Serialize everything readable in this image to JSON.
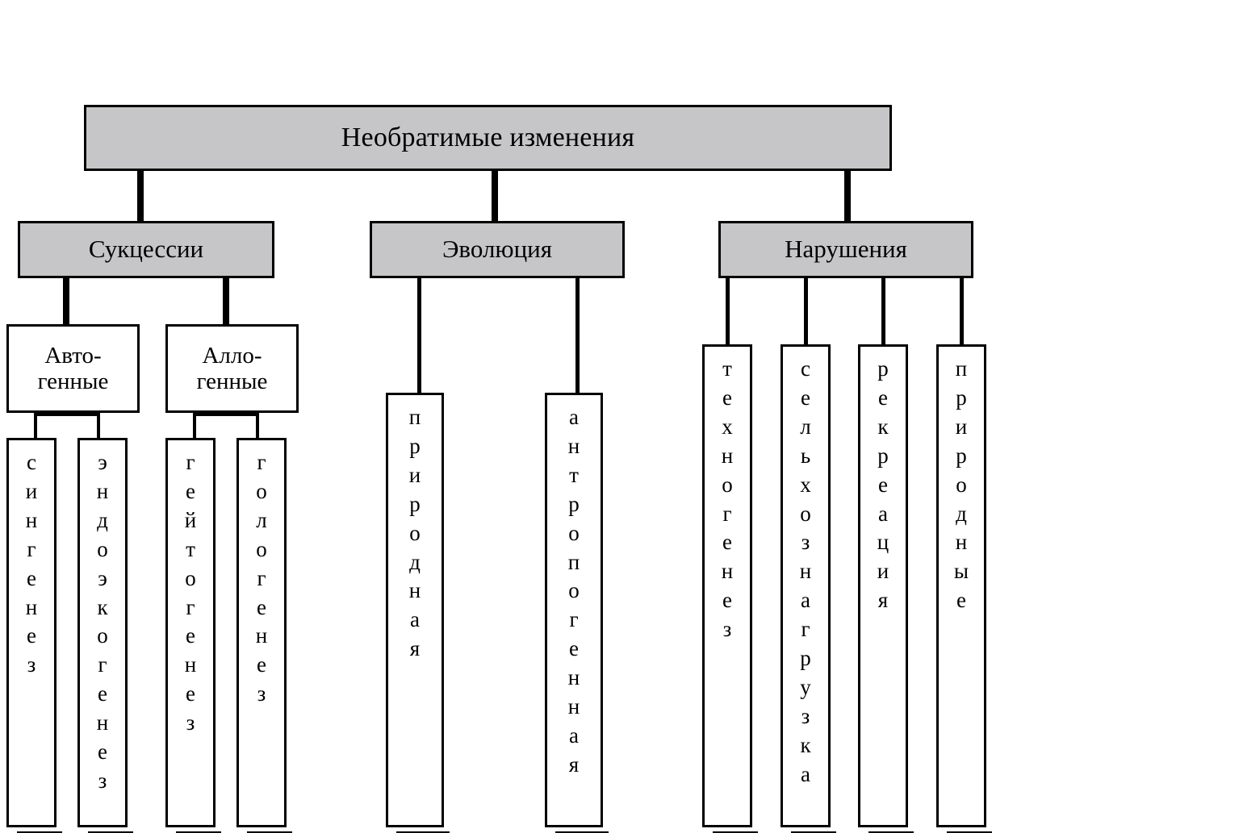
{
  "diagram": {
    "type": "hierarchy-tree",
    "language": "ru",
    "colors": {
      "box_fill_gray": "#c6c6c8",
      "box_fill_white": "#ffffff",
      "border": "#000000",
      "shadow": "#000000",
      "background": "#ffffff"
    },
    "root": {
      "label": "Необратимые изменения"
    },
    "level2": [
      {
        "label": "Сукцессии"
      },
      {
        "label": "Эволюция"
      },
      {
        "label": "Нарушения"
      }
    ],
    "level3": [
      {
        "label": "Авто-\nгенные",
        "line1": "Авто-",
        "line2": "генные"
      },
      {
        "label": "Алло-\nгенные",
        "line1": "Алло-",
        "line2": "генные"
      }
    ],
    "leaves": {
      "autogennye": [
        {
          "label": "сингенез"
        },
        {
          "label": "эндоэкогенез"
        }
      ],
      "allogennye": [
        {
          "label": "гейтогенез"
        },
        {
          "label": "гологенез"
        }
      ],
      "evolution": [
        {
          "label": "природная"
        },
        {
          "label": "антропогенная"
        }
      ],
      "narusheniya": [
        {
          "label": "техногенез"
        },
        {
          "label": "сельхознагрузка"
        },
        {
          "label": "рекреация"
        },
        {
          "label": "природные"
        }
      ]
    }
  }
}
